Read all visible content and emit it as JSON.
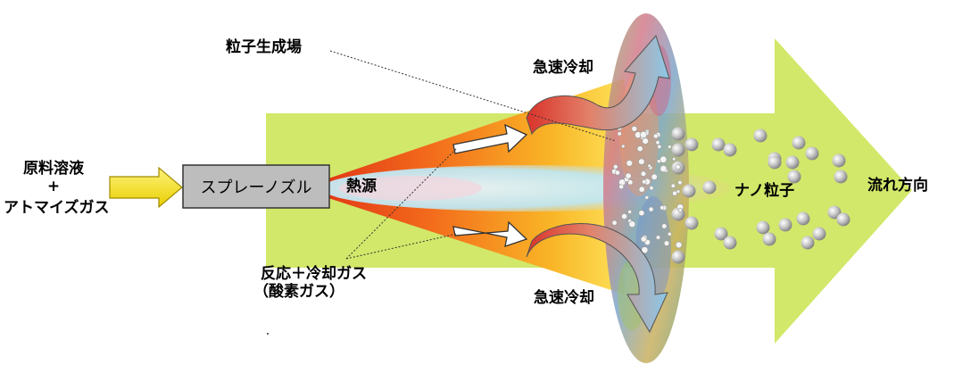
{
  "labels": {
    "particle_field": "粒子生成場",
    "rapid_cooling_top": "急速冷却",
    "rapid_cooling_bottom": "急速冷却",
    "feed_line1": "原料溶液",
    "feed_plus": "+",
    "feed_line2": "アトマイズガス",
    "nozzle": "スプレーノズル",
    "heat_source": "熱源",
    "nanoparticles": "ナノ粒子",
    "flow_direction": "流れ方向",
    "reaction_gas_line1": "反応＋冷却ガス",
    "reaction_gas_line2": "（酸素ガス）"
  },
  "colors": {
    "flow_arrow": "#d2e86a",
    "feed_arrow": "#f2e21a",
    "nozzle_fill": "#bdbdbd",
    "flame_outer": "#e8401a",
    "flame_mid": "#f7a21b",
    "flame_core": "#bfe6f2",
    "cooling_arrow": "#8cc8e8",
    "particle": "#b8b8b8"
  }
}
